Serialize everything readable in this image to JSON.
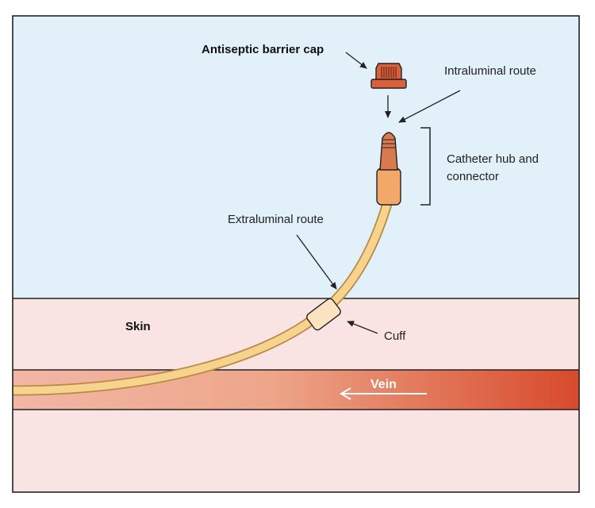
{
  "labels": {
    "cap": "Antiseptic barrier cap",
    "intraluminal": "Intraluminal route",
    "hub_line1": "Catheter hub and",
    "hub_line2": "connector",
    "extraluminal": "Extraluminal route",
    "skin": "Skin",
    "cuff": "Cuff",
    "vein": "Vein"
  },
  "colors": {
    "outside": "#e1f0f9",
    "skin": "#f9e3e3",
    "vein_light": "#f3b8a6",
    "vein_dark": "#d84a2c",
    "catheter": "#f7d38d",
    "catheter_outline": "#b48a44",
    "connector": "#f2a869",
    "hub": "#d97a4e",
    "cap": "#d9603b",
    "cuff": "#fbe3c2",
    "stroke": "#222222"
  }
}
